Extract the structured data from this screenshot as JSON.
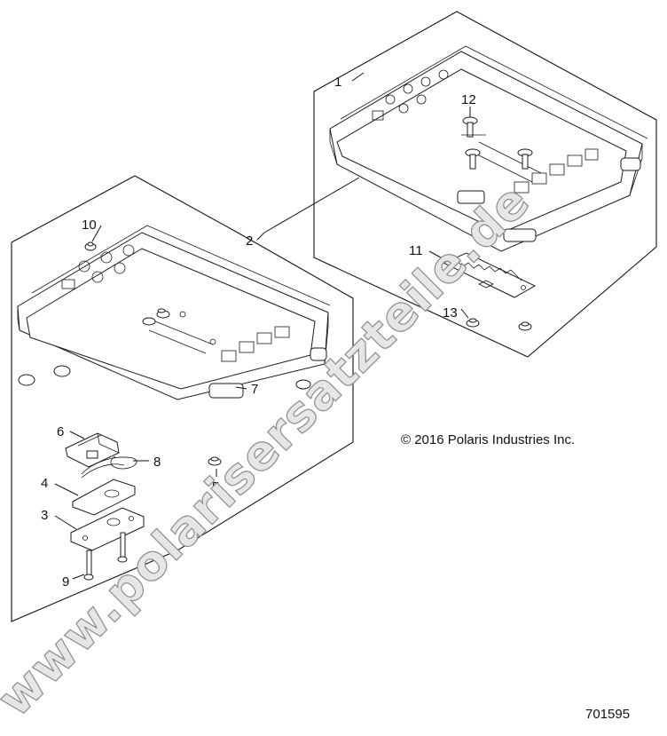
{
  "diagram": {
    "callouts": {
      "c1": "1",
      "c2": "2",
      "c3": "3",
      "c4": "4",
      "c5": "5",
      "c6": "6",
      "c7": "7",
      "c8": "8",
      "c9": "9",
      "c10": "10",
      "c11": "11",
      "c12": "12",
      "c13": "13"
    },
    "copyright": "© 2016 Polaris Industries Inc.",
    "document_number": "701595",
    "watermark": "www.polarisersatzteile.de"
  }
}
